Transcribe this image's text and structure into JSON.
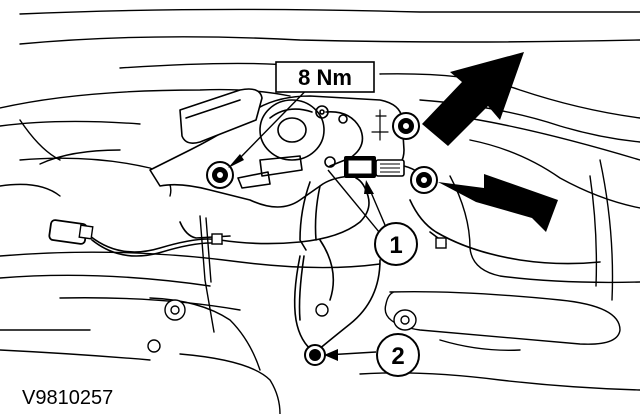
{
  "figure": {
    "torque_label": "8 Nm",
    "callout_1": "1",
    "callout_2": "2",
    "reference_code": "V9810257"
  }
}
